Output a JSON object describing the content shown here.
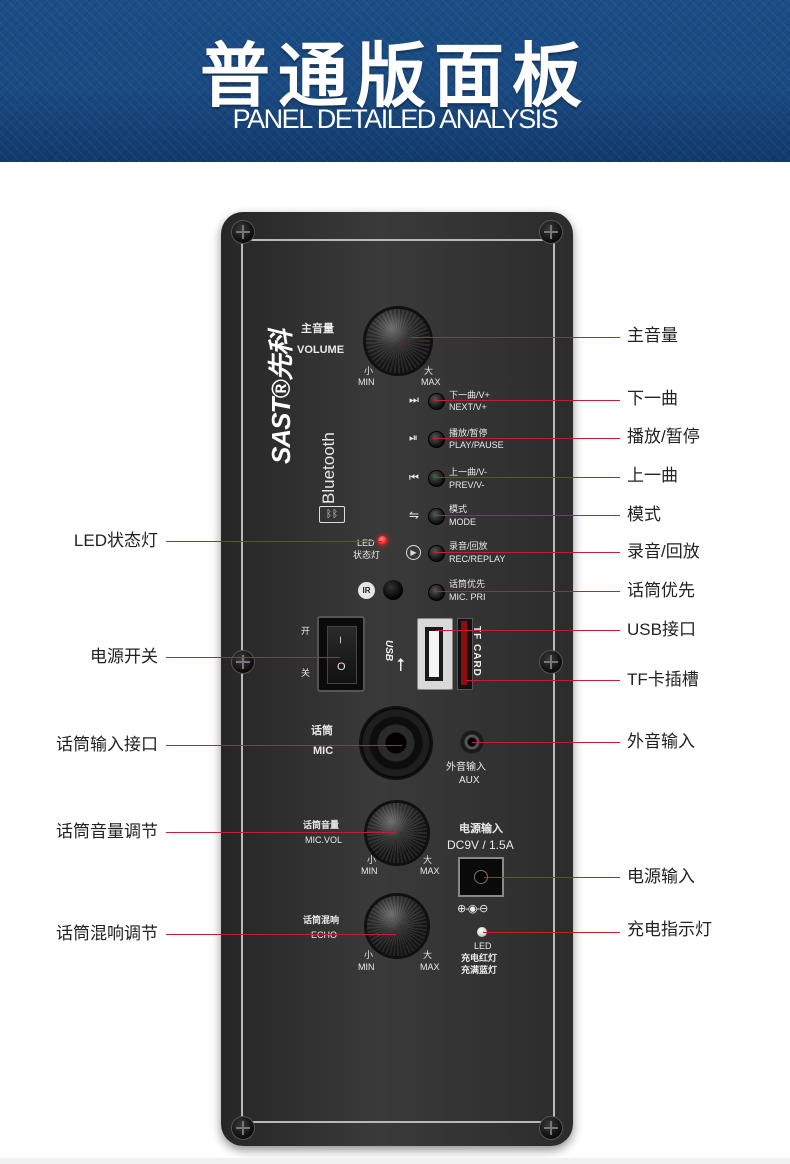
{
  "header": {
    "title": "普通版面板",
    "subtitle": "PANEL DETAILED ANALYSIS"
  },
  "panel": {
    "brand": "SAST®先科",
    "bluetooth": "Bluetooth",
    "volume": {
      "cn": "主音量",
      "en": "VOLUME",
      "min_cn": "小",
      "min_en": "MIN",
      "max_cn": "大",
      "max_en": "MAX"
    },
    "buttons": [
      {
        "cn": "下一曲/V+",
        "en": "NEXT/V+",
        "icon": "next-track-icon",
        "glyph": "⏭"
      },
      {
        "cn": "播放/暂停",
        "en": "PLAY/PAUSE",
        "icon": "play-pause-icon",
        "glyph": "⏯"
      },
      {
        "cn": "上一曲/V-",
        "en": "PREV/V-",
        "icon": "prev-track-icon",
        "glyph": "⏮"
      },
      {
        "cn": "模式",
        "en": "MODE",
        "icon": "mode-icon",
        "glyph": "⇋"
      },
      {
        "cn": "录音/回放",
        "en": "REC/REPLAY",
        "icon": "record-icon",
        "glyph": "▶"
      },
      {
        "cn": "话筒优先",
        "en": "MIC. PRI",
        "icon": "",
        "glyph": ""
      }
    ],
    "led": {
      "line1": "LED",
      "line2": "状态灯"
    },
    "ir": "IR",
    "switch": {
      "on": "开",
      "off": "关",
      "on_mark": "–",
      "off_mark": "O"
    },
    "usb_label": "USB",
    "tf_label": "TF CARD",
    "mic": {
      "cn": "话筒",
      "en": "MIC"
    },
    "aux": {
      "cn": "外音输入",
      "en": "AUX"
    },
    "mic_vol": {
      "cn": "话筒音量",
      "en": "MIC.VOL",
      "min_cn": "小",
      "min_en": "MIN",
      "max_cn": "大",
      "max_en": "MAX"
    },
    "echo": {
      "cn": "话筒混响",
      "en": "ECHO",
      "min_cn": "小",
      "min_en": "MIN",
      "max_cn": "大",
      "max_en": "MAX"
    },
    "power_in": {
      "cn": "电源输入",
      "spec": "DC9V / 1.5A"
    },
    "charge": {
      "line1": "LED",
      "line2": "充电红灯",
      "line3": "充满蓝灯"
    }
  },
  "callouts": {
    "right": [
      "主音量",
      "下一曲",
      "播放/暂停",
      "上一曲",
      "模式",
      "录音/回放",
      "话筒优先",
      "USB接口",
      "TF卡插槽",
      "外音输入",
      "电源输入",
      "充电指示灯"
    ],
    "left": [
      "LED状态灯",
      "电源开关",
      "话筒输入接口",
      "话筒音量调节",
      "话筒混响调节"
    ]
  },
  "colors": {
    "header_bg": "#1a4a82",
    "panel_bg": "#2e2e2e",
    "callout_line": "#c22032",
    "led_red": "#ff2a2a"
  }
}
